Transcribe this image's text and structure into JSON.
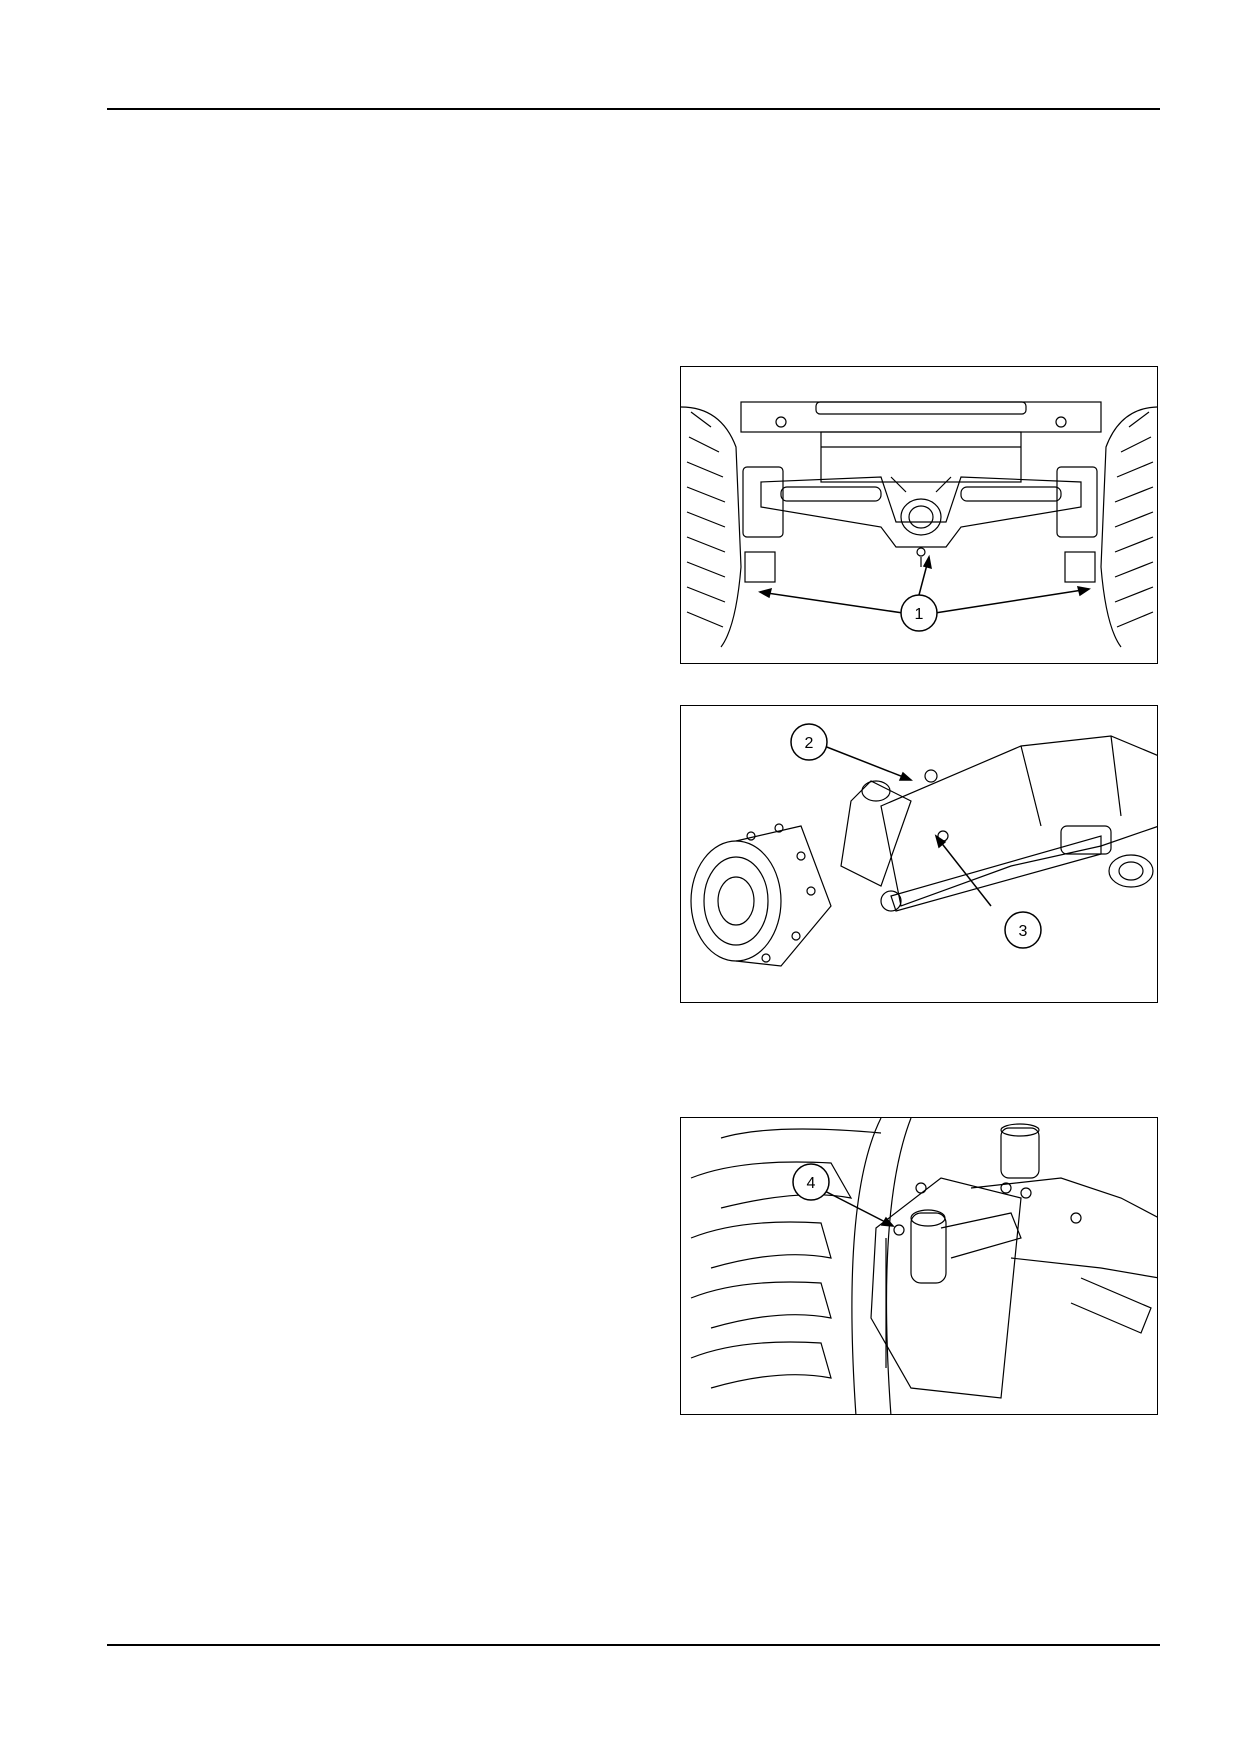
{
  "figures": [
    {
      "callouts": [
        "1"
      ]
    },
    {
      "callouts": [
        "2",
        "3"
      ]
    },
    {
      "callouts": [
        "4"
      ]
    }
  ]
}
